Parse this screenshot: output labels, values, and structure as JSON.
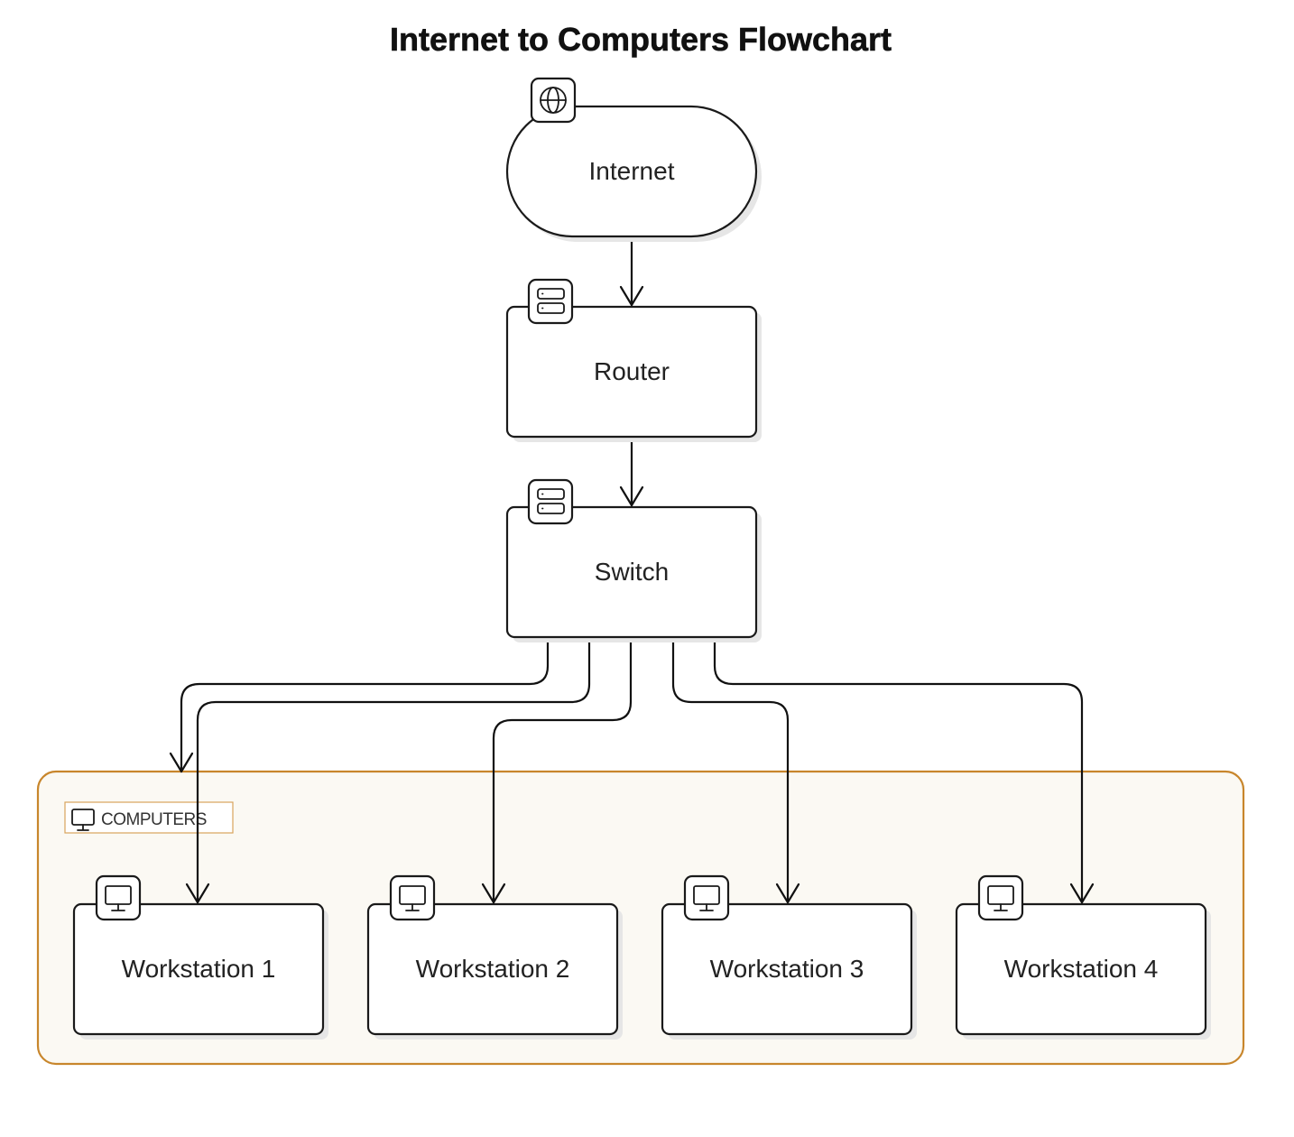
{
  "title": "Internet to Computers Flowchart",
  "colors": {
    "group_border": "#c8862c",
    "group_fill": "#fbf9f3",
    "group_label_border": "#d9a45c",
    "node_stroke": "#1a1a1a",
    "edge": "#111111"
  },
  "nodes": {
    "internet": {
      "label": "Internet",
      "icon": "globe-icon"
    },
    "router": {
      "label": "Router",
      "icon": "server-icon"
    },
    "switch": {
      "label": "Switch",
      "icon": "server-icon"
    }
  },
  "group": {
    "label": "COMPUTERS",
    "icon": "monitor-icon",
    "workstations": [
      {
        "label": "Workstation 1",
        "icon": "monitor-icon"
      },
      {
        "label": "Workstation 2",
        "icon": "monitor-icon"
      },
      {
        "label": "Workstation 3",
        "icon": "monitor-icon"
      },
      {
        "label": "Workstation 4",
        "icon": "monitor-icon"
      }
    ]
  },
  "edges": [
    {
      "from": "Internet",
      "to": "Router"
    },
    {
      "from": "Router",
      "to": "Switch"
    },
    {
      "from": "Switch",
      "to": "COMPUTERS"
    },
    {
      "from": "Switch",
      "to": "Workstation 1"
    },
    {
      "from": "Switch",
      "to": "Workstation 2"
    },
    {
      "from": "Switch",
      "to": "Workstation 3"
    },
    {
      "from": "Switch",
      "to": "Workstation 4"
    }
  ]
}
